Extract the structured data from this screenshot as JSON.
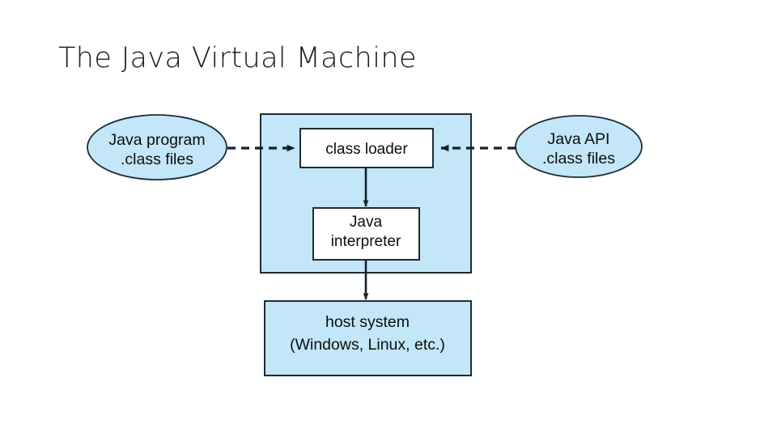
{
  "slide": {
    "title": "The Java Virtual Machine",
    "background_color": "#ffffff"
  },
  "palette": {
    "fill_blue": "#c3e6f8",
    "fill_white": "#ffffff",
    "stroke_dark": "#1d2b33",
    "text_dark": "#0d0d0d",
    "title_color": "#1a1a1a"
  },
  "diagram": {
    "type": "block-diagram",
    "nodes": {
      "java_program": {
        "label_line1": "Java program",
        "label_line2": ".class files",
        "shape": "ellipse",
        "fill": "#c3e6f8"
      },
      "java_api": {
        "label_line1": "Java API",
        "label_line2": ".class files",
        "shape": "ellipse",
        "fill": "#c3e6f8"
      },
      "jvm_container": {
        "label": "",
        "shape": "rect",
        "fill": "#c3e6f8"
      },
      "class_loader": {
        "label": "class loader",
        "shape": "rect",
        "fill": "#ffffff"
      },
      "java_interpreter": {
        "label_line1": "Java",
        "label_line2": "interpreter",
        "shape": "rect",
        "fill": "#ffffff"
      },
      "host_system": {
        "label_line1": "host system",
        "label_line2": "(Windows, Linux, etc.)",
        "shape": "rect",
        "fill": "#c3e6f8"
      }
    },
    "edges": [
      {
        "from": "java_program",
        "to": "class_loader",
        "style": "dashed",
        "direction": "right"
      },
      {
        "from": "java_api",
        "to": "class_loader",
        "style": "dashed",
        "direction": "left"
      },
      {
        "from": "class_loader",
        "to": "java_interpreter",
        "style": "solid",
        "direction": "down"
      },
      {
        "from": "java_interpreter",
        "to": "host_system",
        "style": "solid",
        "direction": "down"
      }
    ]
  }
}
